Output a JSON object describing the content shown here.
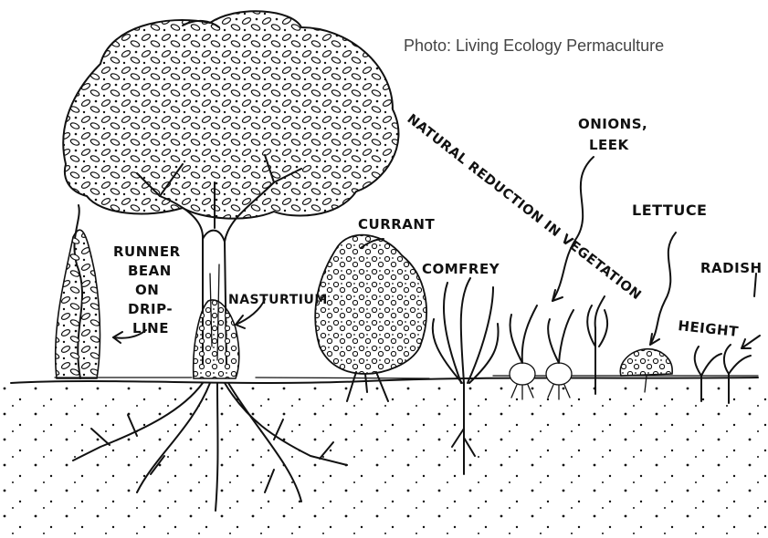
{
  "credit": "Photo: Living Ecology Permaculture",
  "labels": {
    "runner_bean": [
      "RUNNER",
      "BEAN",
      "ON",
      "DRIP-",
      "LINE"
    ],
    "nasturtium": "NASTURTIUM",
    "currant": "CURRANT",
    "comfrey": "COMFREY",
    "onions": [
      "ONIONS,",
      "LEEK"
    ],
    "lettuce": "LETTUCE",
    "radish": "RADISH",
    "natural_reduction": "NATURAL REDUCTION IN VEGETATION",
    "height": "HEIGHT"
  },
  "colors": {
    "ink": "#111111",
    "paper": "#ffffff",
    "credit": "#444444"
  }
}
